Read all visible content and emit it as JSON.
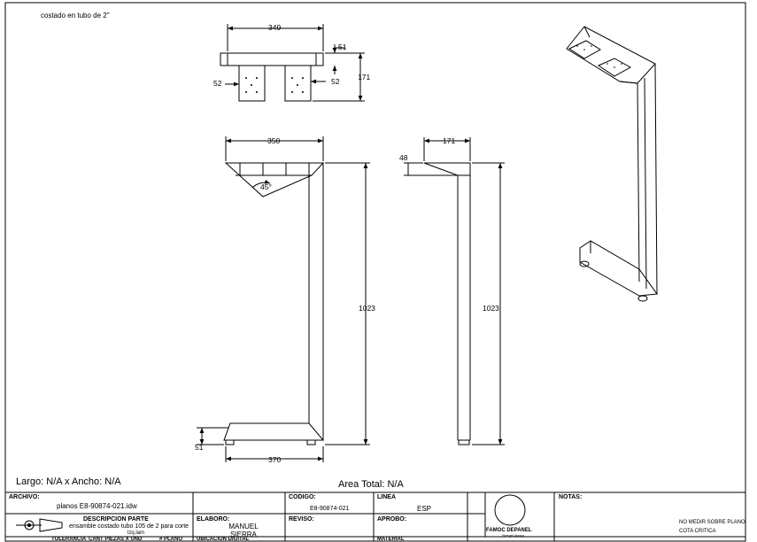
{
  "header_note": "costado en tubo de 2\"",
  "dimensions": {
    "top_width": "349",
    "top_tube": "51",
    "top_depth": "171",
    "plate_left": "52",
    "plate_right": "52",
    "front_width": "350",
    "angle": "45°",
    "front_height": "1023",
    "front_base": "370",
    "front_foot": "51",
    "side_depth": "171",
    "side_top": "48",
    "side_height": "1023"
  },
  "largo_ancho": "Largo: N/A x Ancho: N/A",
  "area_total": "Area Total: N/A",
  "title_block": {
    "archivo_label": "ARCHIVO:",
    "archivo_value": "planos E8-90874-021.idw",
    "descripcion_label": "DESCRIPCION PARTE",
    "descripcion_value": "ensamble costado tubo 105 de 2 para corte",
    "descripcion_sub": "lzq.lam",
    "codigo_label": "CODIGO:",
    "codigo_value": "E8-90874-021",
    "linea_label": "LINEA",
    "linea_value": "ESP",
    "elaboro_label": "ELABORO:",
    "elaboro_value": "MANUEL SIERRA",
    "reviso_label": "REVISO:",
    "aprobo_label": "APROBO:",
    "notas_label": "NOTAS:",
    "note1": "NO MEDIR SOBRE PLANO",
    "note2": "COTA CRITICA",
    "logo_text": "FAMOC DEPANEL",
    "logo_tagline": "Strength Always",
    "cut_tolerancia": "TOLERANCIA",
    "cut_cant": "CANT PIEZAS X UND",
    "cut_plano": "# PLANO",
    "cut_ubicacion": "UBICACION DIGITAL",
    "cut_material": "MATERIAL"
  }
}
